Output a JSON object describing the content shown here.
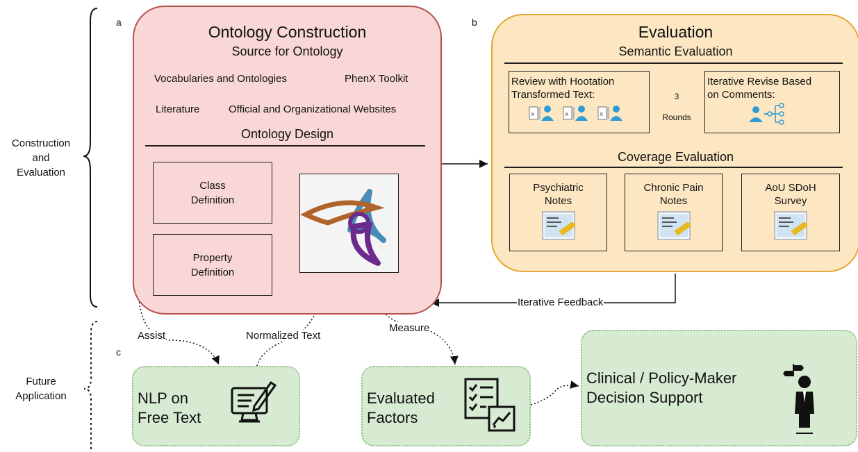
{
  "side_labels": {
    "top": [
      "Construction",
      "and",
      "Evaluation"
    ],
    "bottom": [
      "Future",
      "Application"
    ]
  },
  "panel_letters": {
    "a": "a",
    "b": "b",
    "c": "c"
  },
  "ontology": {
    "title": "Ontology Construction",
    "source_heading": "Source for Ontology",
    "sources": [
      "Vocabularies and Ontologies",
      "PhenX Toolkit",
      "Literature",
      "Official and Organizational Websites"
    ],
    "design_heading": "Ontology Design",
    "class_box": [
      "Class",
      "Definition"
    ],
    "property_box": [
      "Property",
      "Definition"
    ]
  },
  "evaluation": {
    "title": "Evaluation",
    "semantic_heading": "Semantic Evaluation",
    "review_box": [
      "Review with Hootation",
      "Transformed Text:"
    ],
    "revise_box": [
      "Iterative Revise Based",
      "on Comments:"
    ],
    "rounds_label": [
      "3",
      "Rounds"
    ],
    "coverage_heading": "Coverage Evaluation",
    "coverage_sources": [
      [
        "Psychiatric",
        "Notes"
      ],
      [
        "Chronic Pain",
        "Notes"
      ],
      [
        "AoU SDoH",
        "Survey"
      ]
    ]
  },
  "arrows": {
    "feedback": "Iterative Feedback",
    "assist": "Assist",
    "normalized": "Normalized Text",
    "measure": "Measure"
  },
  "future": {
    "nlp": [
      "NLP on",
      "Free Text"
    ],
    "factors": [
      "Evaluated",
      "Factors"
    ],
    "decision": [
      "Clinical / Policy-Maker",
      "Decision Support"
    ]
  },
  "colors": {
    "ontology_fill": "#f8d7d6",
    "ontology_border": "#b5514f",
    "evaluation_fill": "#fde7c3",
    "evaluation_border": "#e2a72e",
    "future_fill": "#d7ebd3",
    "future_border": "#8cc083",
    "icon_blue": "#2f9bd6"
  },
  "icons": [
    "excel-file-icon",
    "person-icon",
    "tree-structure-icon",
    "notes-document-icon",
    "ontology-logo",
    "computer-pen-icon",
    "checklist-chart-icon",
    "decision-maker-icon"
  ]
}
